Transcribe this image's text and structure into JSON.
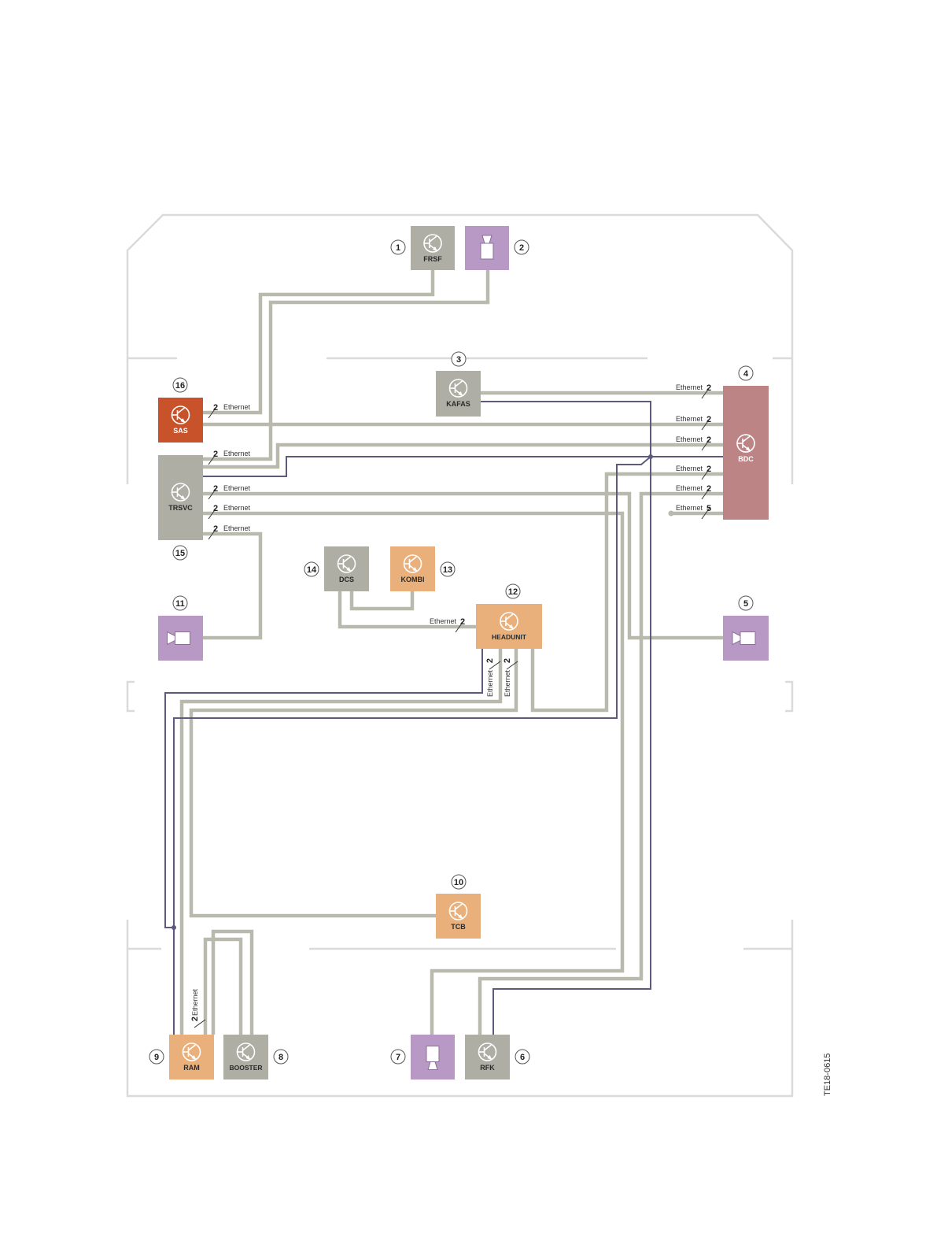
{
  "colors": {
    "frame": "#dadada",
    "wire_gray": "#b9b9ae",
    "wire_blue": "#5e5a7e",
    "ecu_gray": "#aeaea5",
    "ecu_orange": "#eab07b",
    "ecu_purple": "#b898c4",
    "ecu_red": "#c8522a",
    "ecu_bdc": "#bd8486"
  },
  "components": [
    {
      "id": "frsf",
      "number": "1",
      "label": "FRSF",
      "kind": "ecu",
      "color": "#aeaea5"
    },
    {
      "id": "c2",
      "number": "2",
      "label": "",
      "kind": "horn",
      "color": "#b898c4"
    },
    {
      "id": "kafas",
      "number": "3",
      "label": "KAFAS",
      "kind": "ecu",
      "color": "#aeaea5"
    },
    {
      "id": "bdc",
      "number": "4",
      "label": "BDC",
      "kind": "ecu",
      "color": "#bd8486"
    },
    {
      "id": "c5",
      "number": "5",
      "label": "",
      "kind": "camera",
      "color": "#b898c4"
    },
    {
      "id": "rfk",
      "number": "6",
      "label": "RFK",
      "kind": "ecu",
      "color": "#aeaea5"
    },
    {
      "id": "c7",
      "number": "7",
      "label": "",
      "kind": "horn",
      "color": "#b898c4"
    },
    {
      "id": "booster",
      "number": "8",
      "label": "BOOSTER",
      "kind": "ecu",
      "color": "#aeaea5"
    },
    {
      "id": "ram",
      "number": "9",
      "label": "RAM",
      "kind": "ecu",
      "color": "#eab07b"
    },
    {
      "id": "tcb",
      "number": "10",
      "label": "TCB",
      "kind": "ecu",
      "color": "#eab07b"
    },
    {
      "id": "c11",
      "number": "11",
      "label": "",
      "kind": "camera",
      "color": "#b898c4"
    },
    {
      "id": "headunit",
      "number": "12",
      "label": "HEADUNIT",
      "kind": "ecu",
      "color": "#eab07b"
    },
    {
      "id": "kombi",
      "number": "13",
      "label": "KOMBI",
      "kind": "ecu",
      "color": "#eab07b"
    },
    {
      "id": "dcs",
      "number": "14",
      "label": "DCS",
      "kind": "ecu",
      "color": "#aeaea5"
    },
    {
      "id": "trsvc",
      "number": "15",
      "label": "TRSVC",
      "kind": "ecu",
      "color": "#aeaea5"
    },
    {
      "id": "sas",
      "number": "16",
      "label": "SAS",
      "kind": "ecu",
      "color": "#c8522a"
    }
  ],
  "bus_label": "Ethernet",
  "wire_counts": {
    "two": "2",
    "five": "5"
  },
  "reference_code": "TE18-0615"
}
